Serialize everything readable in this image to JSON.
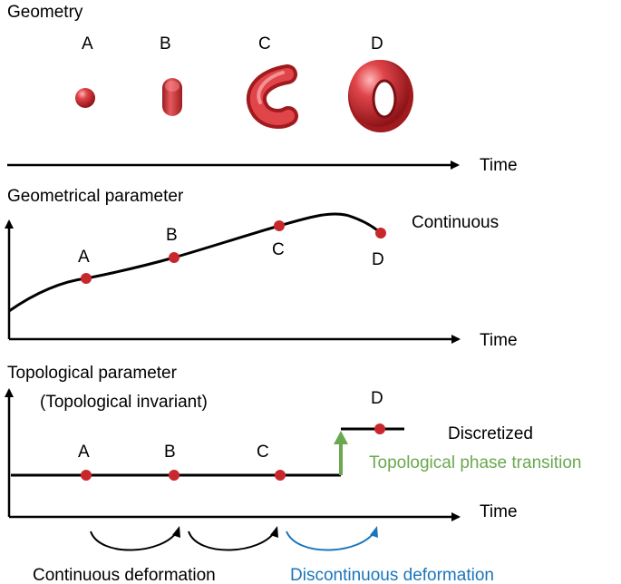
{
  "geometry": {
    "title": "Geometry",
    "shape_labels": [
      "A",
      "B",
      "C",
      "D"
    ],
    "shapes": [
      "sphere-icon",
      "capsule-icon",
      "bent-capsule-icon",
      "torus-icon"
    ],
    "shape_color": "#c8282d",
    "time_label": "Time"
  },
  "geometrical": {
    "title": "Geometrical parameter",
    "points": [
      "A",
      "B",
      "C",
      "D"
    ],
    "status": "Continuous",
    "time_label": "Time"
  },
  "topological": {
    "title": "Topological parameter",
    "subtitle": "(Topological invariant)",
    "points": [
      "A",
      "B",
      "C",
      "D"
    ],
    "status": "Discretized",
    "transition": "Topological phase transition",
    "time_label": "Time",
    "transition_color": "#6aa84f"
  },
  "deformation": {
    "continuous": "Continuous deformation",
    "discontinuous": "Discontinuous deformation",
    "discontinuous_color": "#1b75bb"
  }
}
